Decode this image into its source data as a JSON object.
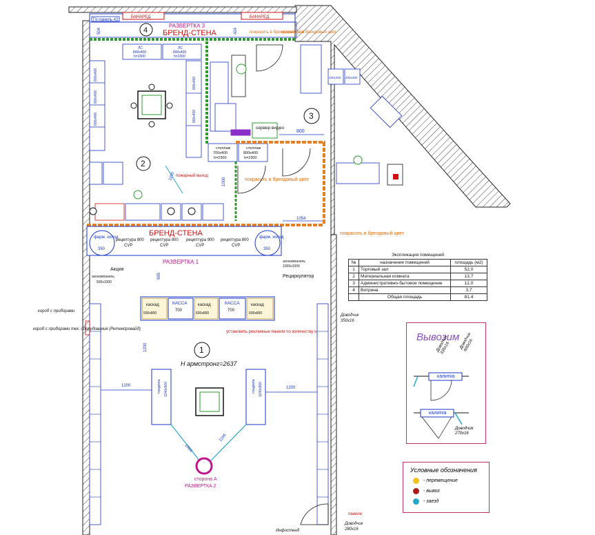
{
  "top_labels": {
    "tv_panel": "TV-панель 42",
    "banner_left": "БАНАРЕД",
    "banner_right": "БАНАРЕД",
    "razvertka3": "РАЗВЕРТКА 3",
    "brand_wall_top": "БРЕНД-СТЕНА",
    "paint_top": "покрасить в брендовый цвет",
    "dim_top": "504",
    "dim_top2": "424"
  },
  "rooms": [
    {
      "num": "4"
    },
    {
      "num": "2"
    },
    {
      "num": "3"
    },
    {
      "num": "1"
    }
  ],
  "storage": {
    "ls": "ЛС",
    "ls_size": "800x400",
    "ls_h": "h=2300",
    "ls_size_b": "800x400",
    "stellag": "стеллаж",
    "stellag_size": "700x400",
    "stellag_size2": "800x400",
    "stellag_h": "h=2300",
    "server": "сервер видео",
    "paint_mid": "покрасить в брендовый цвет",
    "paint_side": "покрасить в брендовый цвет",
    "paint_corner": "покрасить в брендовый цвет",
    "dim_800": "800",
    "dim_1054": "1054",
    "dim_1100": "1100",
    "dim_1000": "1000",
    "shelf_small": "400x400",
    "fridge_note": "пожарный выход"
  },
  "brand_wall": {
    "title": "БРЕНД-СТЕНА",
    "farm_holod": "фарм. холод",
    "farm_holod_size": "350",
    "recept_800": "рецептура 800",
    "recept_900": "рецептура 900",
    "cvp": "CVP",
    "razvertka1": "РАЗВЕРТКА 1"
  },
  "sales_floor": {
    "akcia": "Акция",
    "ekonomprice": "экономпанель",
    "ekonom_size": "500x1000",
    "ekonom_right": "экономпанель",
    "ekonom_right_size": "1000x1000",
    "recirk": "Рециркулятор",
    "kaskad": "каскад",
    "kaskad_size": "500x800",
    "kaskad_size2": "600x800",
    "kassa": "КАССА",
    "kassa_size": "700",
    "install_note": "установить рекламные панели по количеству касс",
    "dim_995": "995",
    "dim_1200": "1200",
    "dim_1200b": "1200",
    "dim_1200c": "1200",
    "dim_1064": "1064",
    "dim_1195": "1195",
    "armstrong": "H армстронг=2637",
    "gondola": "гондола",
    "gondola_size": "1240x500",
    "storona": "сторона А",
    "razvertka2": "РАЗВЕРТКА 2",
    "kiosk_note": "короб с приборами тех. оборудования (Ретенпровайд)",
    "kiosk_note2": "короб с приборами",
    "dovod": "Доводчик",
    "dovod_size": "350x16",
    "paneli": "панели",
    "inform": "Инфостенд",
    "dovod_bottom": "Доводчик",
    "dovod_bottom_size": "280x16"
  },
  "explication": {
    "caption": "Экспликация помещений",
    "headers": [
      "№",
      "назначение помещений",
      "площадь (м2)"
    ],
    "rows": [
      [
        "1",
        "Торговый зал",
        "52,0"
      ],
      [
        "2",
        "Материальная комната",
        "13,7"
      ],
      [
        "3",
        "Административно-бытовое помещение",
        "12,0"
      ],
      [
        "4",
        "Витрина",
        "3,7"
      ]
    ],
    "total_label": "Общая площадь",
    "total_value": "81,4"
  },
  "exit_box": {
    "title": "Вывозим",
    "dovod1": "Доводчик",
    "dovod1_size": "335x16",
    "dovod2": "Доводчик",
    "dovod2_size": "600x16",
    "kalitka1": "калитка",
    "kalitka2": "калитка",
    "dovod3": "Доводчик",
    "dovod3_size": "270x16"
  },
  "legend": {
    "title": "Условные обозначения",
    "items": [
      {
        "label": "- перемещение",
        "color": "#f2c21a"
      },
      {
        "label": "- вывоз",
        "color": "#b01818"
      },
      {
        "label": "- заезд",
        "color": "#24a8c8"
      }
    ]
  },
  "colors": {
    "wall_hatch": "#333333",
    "green_wall": "#2e9a2e",
    "orange_wall": "#e67e22",
    "blue": "#1a35c8",
    "red": "#d01010",
    "magenta": "#c0148c",
    "purple": "#8b4fc8"
  }
}
